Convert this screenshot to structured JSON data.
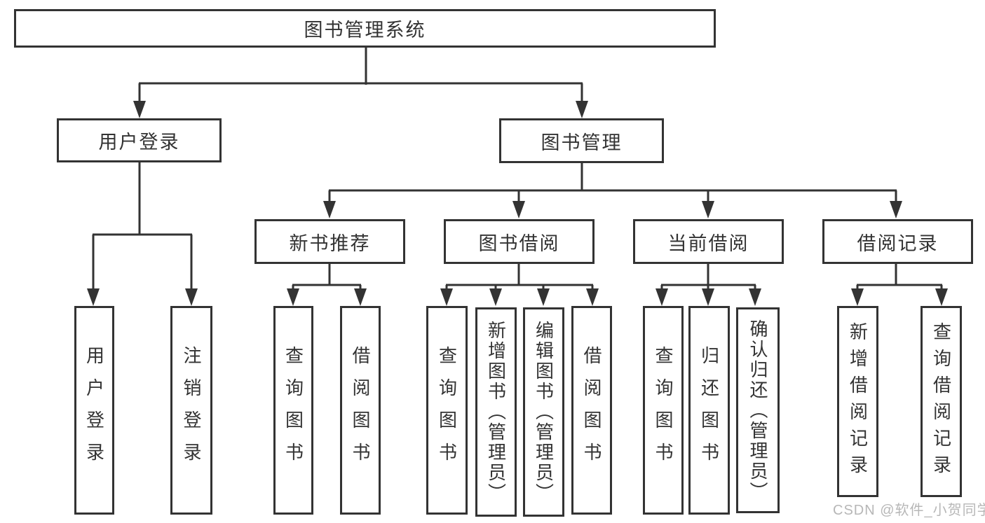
{
  "diagram_title": "图书管理系统",
  "tree": {
    "label": "图书管理系统",
    "children": [
      {
        "label": "用户登录",
        "children": [
          {
            "label": "用户登录"
          },
          {
            "label": "注销登录"
          }
        ]
      },
      {
        "label": "图书管理",
        "children": [
          {
            "label": "新书推荐",
            "children": [
              {
                "label": "查询图书"
              },
              {
                "label": "借阅图书"
              }
            ]
          },
          {
            "label": "图书借阅",
            "children": [
              {
                "label": "查询图书"
              },
              {
                "label": "新增图书（管理员）"
              },
              {
                "label": "编辑图书（管理员）"
              },
              {
                "label": "借阅图书"
              }
            ]
          },
          {
            "label": "当前借阅",
            "children": [
              {
                "label": "查询图书"
              },
              {
                "label": "归还图书"
              },
              {
                "label": "确认归还（管理员）"
              }
            ]
          },
          {
            "label": "借阅记录",
            "children": [
              {
                "label": "新增借阅记录"
              },
              {
                "label": "查询借阅记录"
              }
            ]
          }
        ]
      }
    ]
  },
  "watermark": {
    "text": "CSDN @软件_小贺同学"
  },
  "colors": {
    "line": "#333333",
    "box_border": "#333333",
    "text": "#333333",
    "background": "#ffffff",
    "watermark": "#a5a5a5"
  }
}
